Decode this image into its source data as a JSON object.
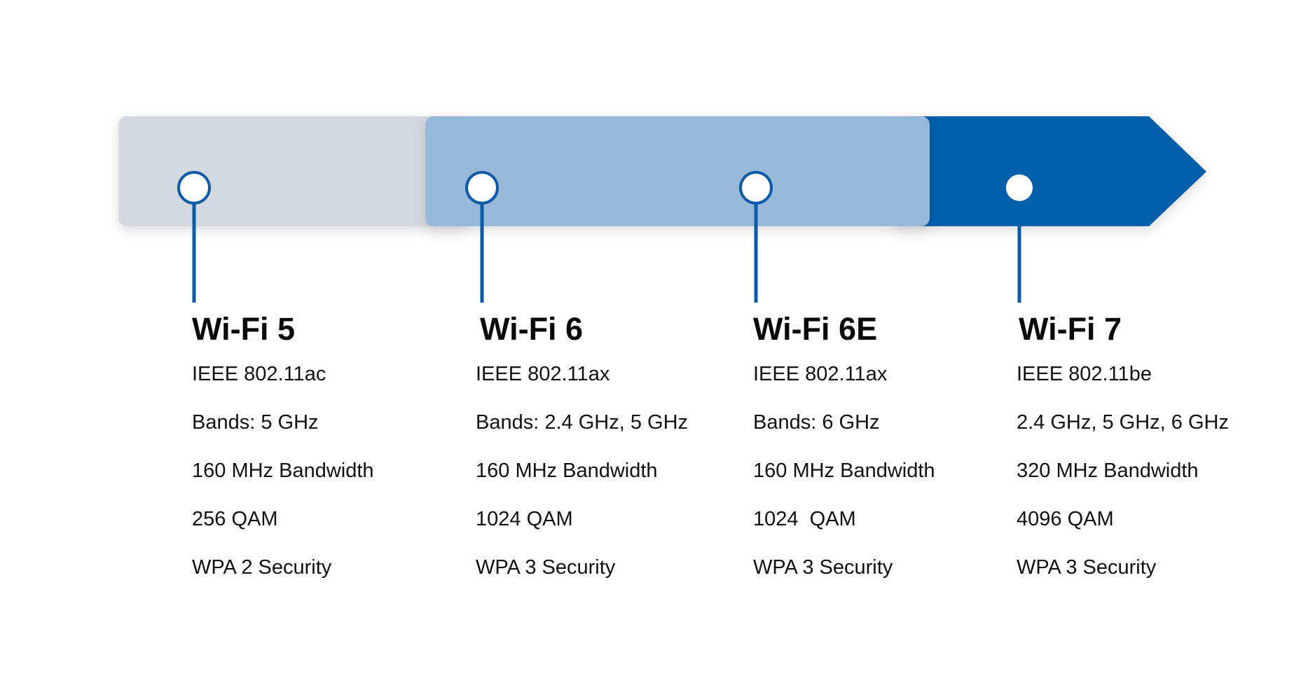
{
  "colors": {
    "segment_1": "#d3d9df",
    "segment_2": "#98b8d7",
    "segment_3": "#005eab",
    "connector": "#0d5aa7",
    "marker_fill": "#ffffff"
  },
  "generations": [
    {
      "name": "Wi-Fi 5",
      "specs": [
        "IEEE 802.11ac",
        "Bands: 5 GHz",
        "160 MHz Bandwidth",
        "256 QAM",
        "WPA 2 Security"
      ]
    },
    {
      "name": "Wi-Fi 6",
      "specs": [
        "IEEE 802.11ax",
        "Bands: 2.4 GHz, 5 GHz",
        "160 MHz Bandwidth",
        "1024 QAM",
        "WPA 3 Security"
      ]
    },
    {
      "name": "Wi-Fi 6E",
      "specs": [
        "IEEE 802.11ax",
        "Bands: 6 GHz",
        "160 MHz Bandwidth",
        "1024  QAM",
        "WPA 3 Security"
      ]
    },
    {
      "name": "Wi-Fi 7",
      "specs": [
        "IEEE 802.11be",
        "2.4 GHz, 5 GHz, 6 GHz",
        "320 MHz Bandwidth",
        "4096 QAM",
        "WPA 3 Security"
      ]
    }
  ]
}
